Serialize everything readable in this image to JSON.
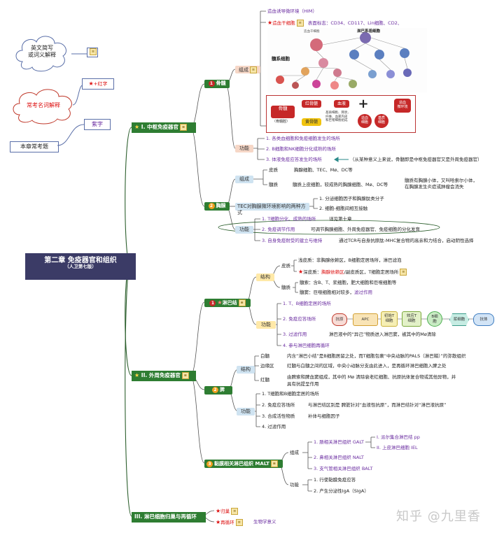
{
  "root": {
    "title": "第二章 免疫器官和组织",
    "subtitle": "（人卫第七版）"
  },
  "legend": {
    "abbr": "英文简写\n或词义解释",
    "common_terms": "常考名词解释",
    "red_star": "+红字",
    "purple": "紫字",
    "chapter_point": "本章常考题"
  },
  "central": {
    "title": "I. 中枢免疫器官",
    "bone_marrow": {
      "label": "骨髓",
      "composition": "组成",
      "him": "造血诱导微环境（HIM）",
      "hsc": "造血干细胞",
      "hsc_markers": "表面标志：CD34、CD117、Lin细胞、CD2、",
      "myeloid": "髓系细胞",
      "lymphoid_prog": "淋巴系祖细胞",
      "function": "功能",
      "functions": [
        "1. 各类血细胞和免疫细胞发生的场所",
        "2. B细胞和NK细胞分化成熟的场所",
        "3. 体液免疫应答发生的场所"
      ],
      "fn3_note": "（从某种意义上来说，骨髓即是中枢免疫器官又是外周免疫器官）",
      "diagram": {
        "bm": "骨髓",
        "bm_sub": "（骨髓腔）",
        "red_marrow": "红骨髓",
        "yellow_marrow": "黄骨髓",
        "blood": "血液",
        "desc": "基质细胞、网状、\n纤维、血窦内皮\n和巨噬细胞组成",
        "hsc_box": "造血\n细胞",
        "stromal_box": "基质\n细胞",
        "environment": "造血\n微环境"
      }
    },
    "thymus": {
      "label": "胸腺",
      "composition": "组成",
      "cortex": "皮质",
      "cortex_cells": "胸腺细胞、TEC、Mø、DC等",
      "medulla": "髓质",
      "medulla_cells": "髓质上皮细胞，较成熟的胸腺细胞、Mø、DC等",
      "medulla_note": "髓质有胸腺小体，又叫哈索尔小体，\n在胸腺发生炎症或肿瘤会消失",
      "tec_title": "TEC对胸腺微环境影响的两种方式",
      "tec_ways": [
        "1. 分泌细胞因子和胸腺肽类分子",
        "2. 细胞-细胞间相互接触"
      ],
      "function": "功能",
      "functions": [
        "1. T细胞分化、成熟的场所",
        "2. 免疫调节作用",
        "3. 自身免疫耐受的建立与维持"
      ],
      "fn1_note": "详见第十章",
      "fn2_note": "可调节胸腺细胞、外周免疫器官、免疫细胞的分化发育",
      "fn3_note": "通过TCR与自身抗原肽-MHC复合物的高亲和力结合，启动阴性选择"
    }
  },
  "peripheral": {
    "title": "II. 外周免疫器官",
    "lymph_node": {
      "label": "淋巴结",
      "structure": "结构",
      "cortex": "皮质",
      "shallow": "浅皮质：非胸腺依赖区，B细胞定居场所，淋巴滤泡",
      "deep_prefix": "深皮质：",
      "deep_red": "胸腺依赖区",
      "deep_suffix": "/副皮质区，T细胞定居场所",
      "medulla": "髓质",
      "medulla_cord": "髓索：含B、T、浆细胞，肥大细胞和巨噬细胞等",
      "medulla_sinus_prefix": "髓窦：巨噬细胞相对较多，",
      "medulla_sinus_purple": "滤过作用",
      "function": "功能",
      "functions": [
        "1. T、B细胞定居的场所",
        "2. 免疫应答场所",
        "3. 过滤作用",
        "4. 参与淋巴细胞再循环"
      ],
      "filter_note": "淋巴液中的“异己”物质进入淋巴窦，被其中的Mø清除",
      "flow": [
        "抗原",
        "APC",
        "初始T\n细胞",
        "效应T\n细胞",
        "B细\n胞",
        "浆细胞",
        "抗体"
      ]
    },
    "spleen": {
      "label": "脾",
      "structure": "结构",
      "white_pulp": "白髓",
      "white_pulp_desc": "内含“淋巴小结”是B细胞居留之处，而T细胞包裹“中央动脉的PALS（淋巴鞘）”的弥散组织",
      "marginal": "边缘区",
      "marginal_desc": "红髓与白髓之间的区域，中央小动脉分支由此进入，是再循环淋巴细胞入脾之处",
      "red_pulp": "红髓",
      "red_pulp_desc": "由脾索和脾血窦组成，其中的 Mø 清除衰老红细胞、抗原抗体复合物或其他异物，并\n具有抗提呈作用",
      "function": "功能",
      "functions": [
        "1. T细胞和B细胞定居的场所",
        "2. 免疫应答场所",
        "3. 合成活性物质",
        "4. 过滤作用"
      ],
      "fn2_note": "与淋巴结区别是 脾脏针对“血液性抗原”，而淋巴结针对“淋巴液抗原”",
      "fn3_note": "补体与细胞因子"
    },
    "malt": {
      "label": "黏膜相关淋巴组织 MALT",
      "composition": "组成",
      "parts": [
        "1. 肠相关淋巴组织 GALT",
        "2. 鼻相关淋巴组织 NALT",
        "3. 支气管相关淋巴组织 BALT"
      ],
      "galt_sub": [
        "I. 派尔集合淋巴结 pp",
        "II. 上皮淋巴细胞 IEL"
      ],
      "function": "功能",
      "functions": [
        "1. 行使黏膜免疫应答",
        "2. 产生分泌性IgA（SIgA）"
      ]
    }
  },
  "recirculation": {
    "title": "III. 淋巴细胞归巢与再循环",
    "homing": "归巢",
    "recirc": "再循环",
    "recirc_note": "生物学意义"
  },
  "watermark": "知乎 @九里香",
  "colors": {
    "green": "#2e7d32",
    "navy": "#3b3b66",
    "red": "#d11",
    "purple": "#6a2ca0"
  }
}
